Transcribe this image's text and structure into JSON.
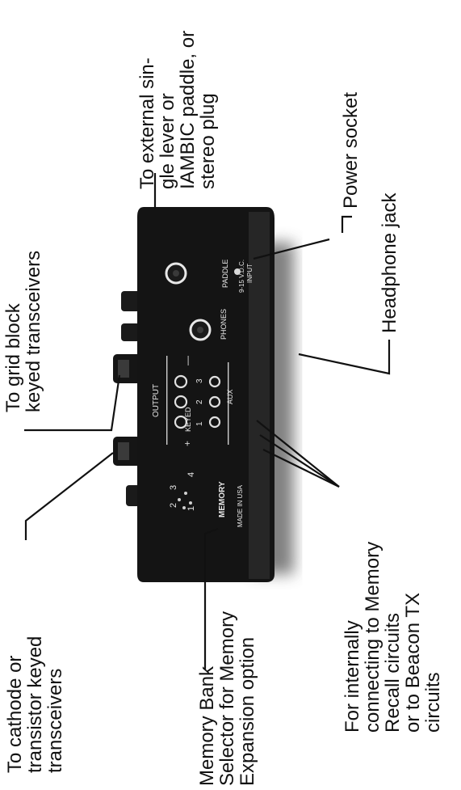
{
  "callouts": {
    "cathode": [
      "To cathode or",
      "transistor keyed",
      "transceivers"
    ],
    "memory_bank": [
      "Memory Bank",
      "Selector for Memory",
      "Expansion option"
    ],
    "grid_block": [
      "To grid block",
      "keyed transceivers"
    ],
    "internal": [
      "For internally",
      "connecting to Memory",
      "Recall circuits",
      "or to Beacon TX",
      "circuits"
    ],
    "paddle": [
      "To external sin-",
      "gle lever or",
      "IAMBIC paddle, or",
      "stereo plug"
    ],
    "power": [
      "Power socket"
    ],
    "headphone": [
      "Headphone jack"
    ]
  },
  "panel": {
    "memory": "MEMORY",
    "made_in": "MADE IN USA",
    "bank_numbers": [
      "2",
      "3",
      "1",
      "4"
    ],
    "output": "OUTPUT",
    "keyed": "KEYED",
    "keyed_plus": "+",
    "keyed_minus": "—",
    "jack_numbers": [
      "1",
      "2",
      "3"
    ],
    "aux": "AUX",
    "phones": "PHONES",
    "paddle": "PADDLE",
    "input": [
      "9-15 V.D.C.",
      "INPUT"
    ]
  },
  "colors": {
    "panel": "#141414",
    "panel_text": "#e6e6e6",
    "line": "#111111"
  }
}
